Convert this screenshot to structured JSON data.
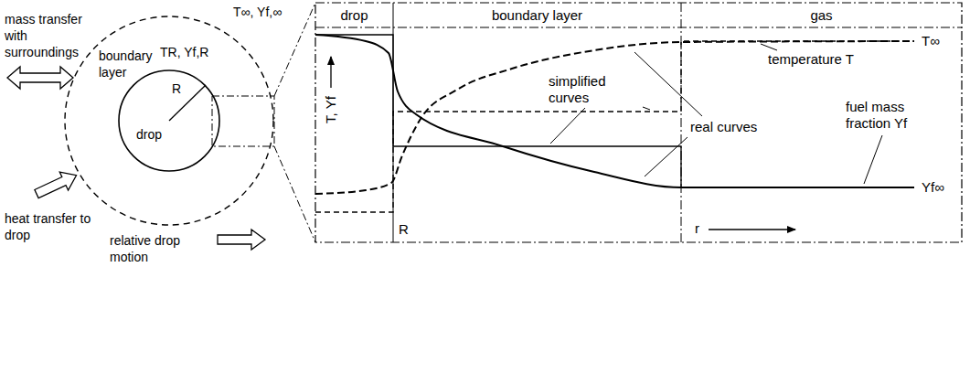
{
  "diagram": {
    "nodes": [
      {
        "text": [
          "boundary layer"
        ]
      },
      {
        "text": [
          "drop"
        ],
        "in": 0
      },
      {
        "text": [
          "drop"
        ]
      },
      {
        "text": [
          "boundary layer"
        ]
      },
      {
        "text": [
          "gas"
        ]
      }
    ],
    "labels": [
      "mass transfer with surroundings",
      "heat transfer to drop",
      "relative drop motion",
      "T∞, Yf,∞",
      "TR, Yf,R",
      "R",
      "T, Yf",
      "simplified curves",
      "temperature T",
      "T∞",
      "real curves",
      "fuel mass fraction Yf",
      "Yf∞",
      "R",
      "r"
    ]
  }
}
